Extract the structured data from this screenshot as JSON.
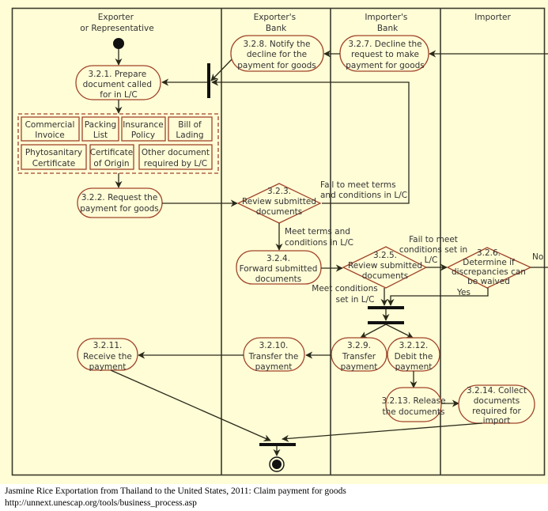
{
  "diagram": {
    "lanes": [
      {
        "id": "exporter",
        "title_lines": [
          "Exporter",
          "or Representative"
        ]
      },
      {
        "id": "exporters-bank",
        "title_lines": [
          "Exporter's",
          "Bank"
        ]
      },
      {
        "id": "importers-bank",
        "title_lines": [
          "Importer's",
          "Bank"
        ]
      },
      {
        "id": "importer",
        "title_lines": [
          "Importer"
        ]
      }
    ],
    "activities": {
      "a321": [
        "3.2.1. Prepare",
        "document called",
        "for in L/C"
      ],
      "a322": [
        "3.2.2. Request the",
        "payment for goods"
      ],
      "a324": [
        "3.2.4.",
        "Forward submitted",
        "documents"
      ],
      "a327": [
        "3.2.7. Decline the",
        "request to make",
        "payment for goods"
      ],
      "a328": [
        "3.2.8. Notify the",
        "decline for the",
        "payment for goods"
      ],
      "a329": [
        "3.2.9.",
        "Transfer",
        "payment"
      ],
      "a3210": [
        "3.2.10.",
        "Transfer the",
        "payment"
      ],
      "a3211": [
        "3.2.11.",
        "Receive the",
        "payment"
      ],
      "a3212": [
        "3.2.12.",
        "Debit the",
        "payment"
      ],
      "a3213": [
        "3.2.13. Release",
        "the documents"
      ],
      "a3214": [
        "3.2.14. Collect",
        "documents",
        "required for",
        "import"
      ]
    },
    "decisions": {
      "d323": [
        "3.2.3.",
        "Review submitted",
        "documents"
      ],
      "d325": [
        "3.2.5.",
        "Review submitted",
        "documents"
      ],
      "d326": [
        "3.2.6.",
        "Determine if",
        "discrepancies can",
        "be waived"
      ]
    },
    "documents": {
      "commercial_invoice": [
        "Commercial",
        "Invoice"
      ],
      "packing_list": [
        "Packing",
        "List"
      ],
      "insurance_policy": [
        "Insurance",
        "Policy"
      ],
      "bill_of_lading": [
        "Bill of",
        "Lading"
      ],
      "phytosanitary": [
        "Phytosanitary",
        "Certificate"
      ],
      "certificate_of_origin": [
        "Certificate",
        "of Origin"
      ],
      "other_document": [
        "Other document",
        "required by L/C"
      ]
    },
    "guards": {
      "fail_terms": [
        "Fail to meet terms",
        "and conditions in L/C"
      ],
      "meet_terms": [
        "Meet terms and",
        "conditions in L/C"
      ],
      "fail_conditions": [
        "Fail to meet",
        "conditions set in",
        "L/C"
      ],
      "meet_conditions": [
        "Meet conditions",
        "set in L/C"
      ],
      "yes": "Yes",
      "no": "No"
    }
  },
  "caption": {
    "title": "Jasmine Rice Exportation from Thailand to the United States, 2011: Claim payment for goods",
    "url": "http://unnext.unescap.org/tools/business_process.asp"
  },
  "colors": {
    "background": "#fffdd6",
    "node_border": "#a0442a",
    "line": "#2a2a1a"
  }
}
